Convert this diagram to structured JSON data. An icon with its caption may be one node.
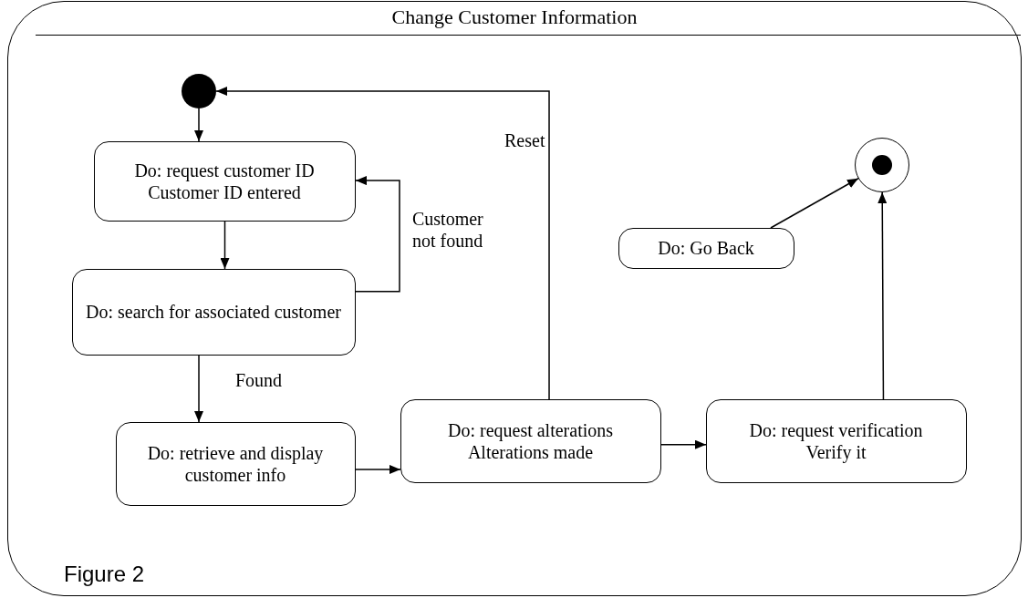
{
  "diagram": {
    "caption": "Figure 2",
    "nodes": [
      {
        "text": [
          "Change Customer Information"
        ]
      },
      {
        "text": [],
        "shape": "circle",
        "in": 0
      },
      {
        "text": [
          "Do: request customer ID",
          "Customer ID entered"
        ],
        "in": 0
      },
      {
        "text": [
          "Do: search for associated customer"
        ],
        "in": 0
      },
      {
        "text": [
          "Do: retrieve and display customer info"
        ],
        "in": 0
      },
      {
        "text": [
          "Do: request alterations",
          "Alterations made"
        ],
        "in": 0
      },
      {
        "text": [
          "Do: request verification",
          "Verify it"
        ],
        "in": 0
      },
      {
        "text": [
          "Do: Go Back"
        ],
        "in": 0
      },
      {
        "text": [],
        "shape": "bullseye",
        "in": 0
      }
    ],
    "edges": [
      {
        "from": 1,
        "to": 2,
        "arrow": "to"
      },
      {
        "from": 2,
        "to": 3,
        "arrow": "to"
      },
      {
        "from": 3,
        "to": 2,
        "arrow": "to",
        "label": "Customer not found"
      },
      {
        "from": 3,
        "to": 4,
        "arrow": "to",
        "label": "Found"
      },
      {
        "from": 4,
        "to": 5,
        "arrow": "to"
      },
      {
        "from": 5,
        "to": 6,
        "arrow": "to"
      },
      {
        "from": 5,
        "to": 1,
        "arrow": "to",
        "label": "Reset"
      },
      {
        "from": 7,
        "to": 8,
        "arrow": "to"
      },
      {
        "from": 6,
        "to": 8,
        "arrow": "to"
      }
    ]
  }
}
